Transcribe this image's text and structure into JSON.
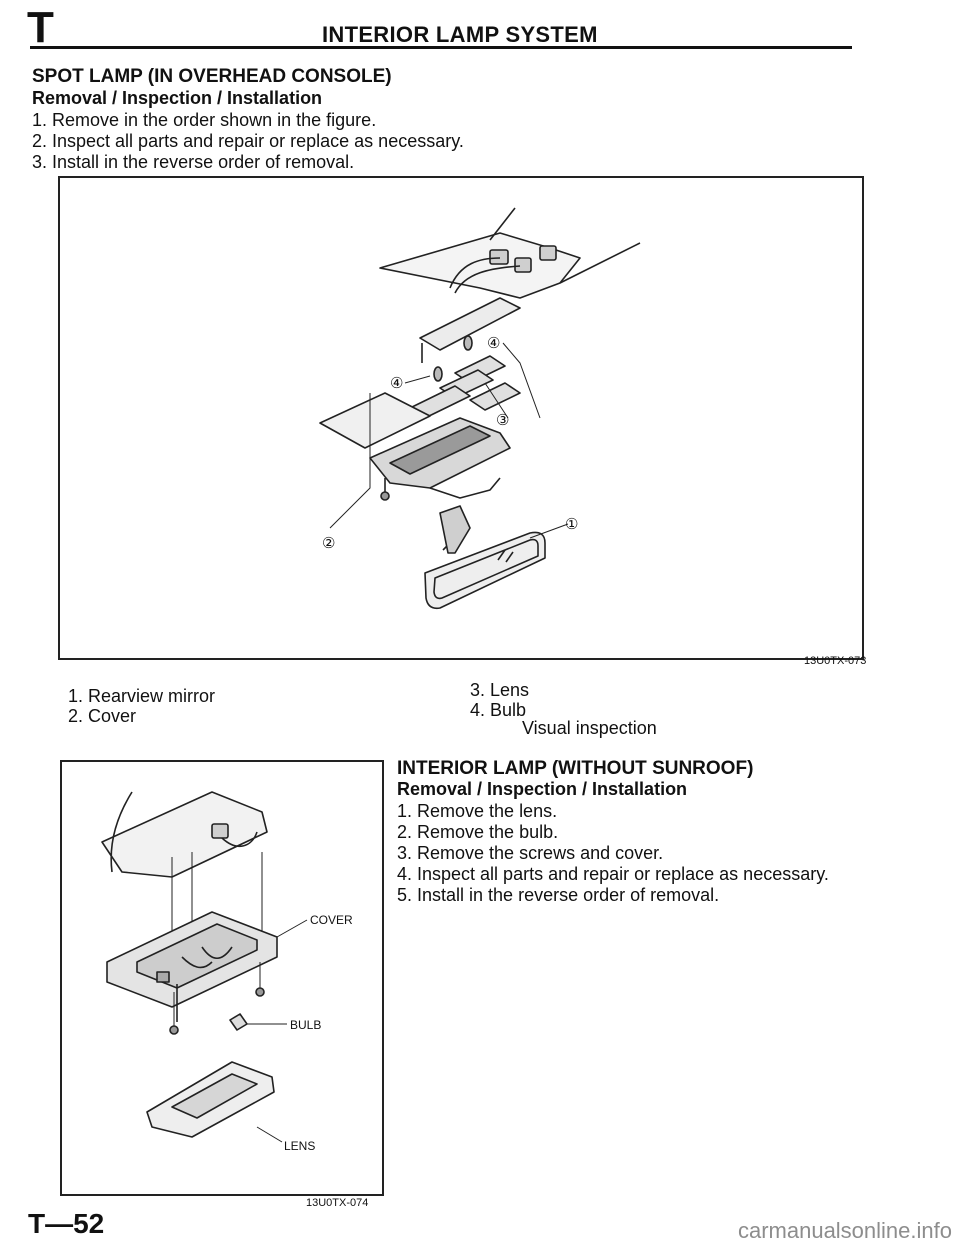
{
  "header": {
    "section_letter": "T",
    "title": "INTERIOR LAMP SYSTEM"
  },
  "spot_lamp": {
    "title": "SPOT LAMP (IN OVERHEAD CONSOLE)",
    "subtitle": "Removal / Inspection / Installation",
    "steps": [
      "1. Remove in the order shown in the figure.",
      "2. Inspect all parts and repair or replace as necessary.",
      "3. Install in the reverse order of removal."
    ],
    "figure_code": "13U0TX-073",
    "callouts": [
      "①",
      "②",
      "③",
      "④",
      "④"
    ],
    "legend": {
      "left": [
        "1. Rearview mirror",
        "2. Cover"
      ],
      "right": [
        "3. Lens",
        "4. Bulb"
      ],
      "note": "Visual inspection"
    }
  },
  "interior_lamp": {
    "title": "INTERIOR LAMP (WITHOUT SUNROOF)",
    "subtitle": "Removal / Inspection / Installation",
    "steps": [
      "1. Remove the lens.",
      "2. Remove the bulb.",
      "3. Remove the screws and cover.",
      "4. Inspect all parts and repair or replace as necessary.",
      "5. Install in the reverse order of removal."
    ],
    "figure_code": "13U0TX-074",
    "labels": {
      "cover": "COVER",
      "bulb": "BULB",
      "lens": "LENS"
    }
  },
  "footer": {
    "page_number": "T—52",
    "watermark": "carmanualsonline.info"
  }
}
